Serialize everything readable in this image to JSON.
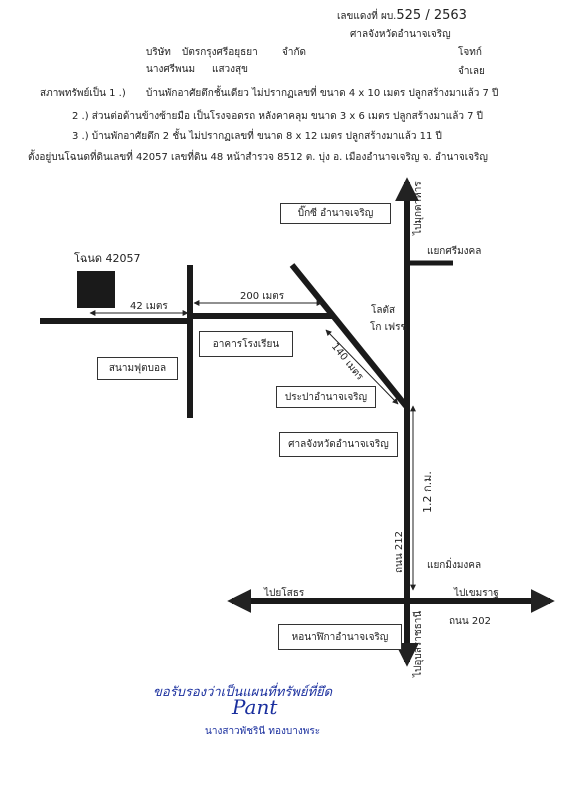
{
  "header": {
    "case_no_prefix": "เลขแดงที่ ผบ.",
    "case_no": "525 / 2563",
    "court": "ศาลจังหวัดอำนาจเจริญ",
    "party1_a": "บริษัท",
    "party1_b": "บัตรกรุงศรีอยุธยา",
    "party1_c": "จำกัด",
    "party1_role": "โจทก์",
    "party2_a": "นางศรีพนม",
    "party2_b": "แสวงสุข",
    "party2_role": "จำเลย"
  },
  "description": {
    "line1_prefix": "สภาพทรัพย์เป็น 1 .)",
    "line1": "บ้านพักอาศัยตึกชั้นเดียว ไม่ปรากฏเลขที่ ขนาด 4 x 10 เมตร ปลูกสร้างมาแล้ว 7 ปี",
    "line2": "2 .) ส่วนต่อด้านข้างซ้ายมือ เป็นโรงจอดรถ หลังคาคลุม ขนาด 3 x 6 เมตร ปลูกสร้างมาแล้ว 7 ปี",
    "line3": "3 .) บ้านพักอาศัยตึก 2 ชั้น ไม่ปรากฏเลขที่ ขนาด 8 x 12 เมตร ปลูกสร้างมาแล้ว 11 ปี",
    "line4": "ตั้งอยู่บนโฉนดที่ดินเลขที่ 42057 เลขที่ดิน 48 หน้าสำรวจ 8512 ต. บุ่ง อ. เมืองอำนาจเจริญ จ. อำนาจเจริญ"
  },
  "map": {
    "deed_label": "โฉนด 42057",
    "dist_42": "42 เมตร",
    "dist_200": "200 เมตร",
    "dist_140": "140 เมตร",
    "dist_12km": "1.2 ก.ม.",
    "bigc": "บิ๊กซี อำนาจเจริญ",
    "to_mukdahan": "ไปมุกดาหาร",
    "junction_srimongkol": "แยกศรีมงคล",
    "lotus_1": "โลตัส",
    "lotus_2": "โก เฟรช",
    "school_building": "อาคารโรงเรียน",
    "football": "สนามฟุตบอล",
    "waterworks": "ประปาอำนาจเจริญ",
    "court_building": "ศาลจังหวัดอำนาจเจริญ",
    "road_212": "ถนน 212",
    "junction_mingmongkol": "แยกมิ่งมงคล",
    "to_yasothon": "ไปยโสธร",
    "to_khemarat": "ไปเขมราฐ",
    "road_202": "ถนน 202",
    "clock_tower": "หอนาฬิกาอำนาจเจริญ",
    "to_ubon": "ไปอุบลราชธานี"
  },
  "signature": {
    "certify": "ขอรับรองว่าเป็นแผนที่ทรัพย์ที่ยึด",
    "scribble": "Pant",
    "name": "นางสาวพัชรินี ทองบางพระ"
  }
}
